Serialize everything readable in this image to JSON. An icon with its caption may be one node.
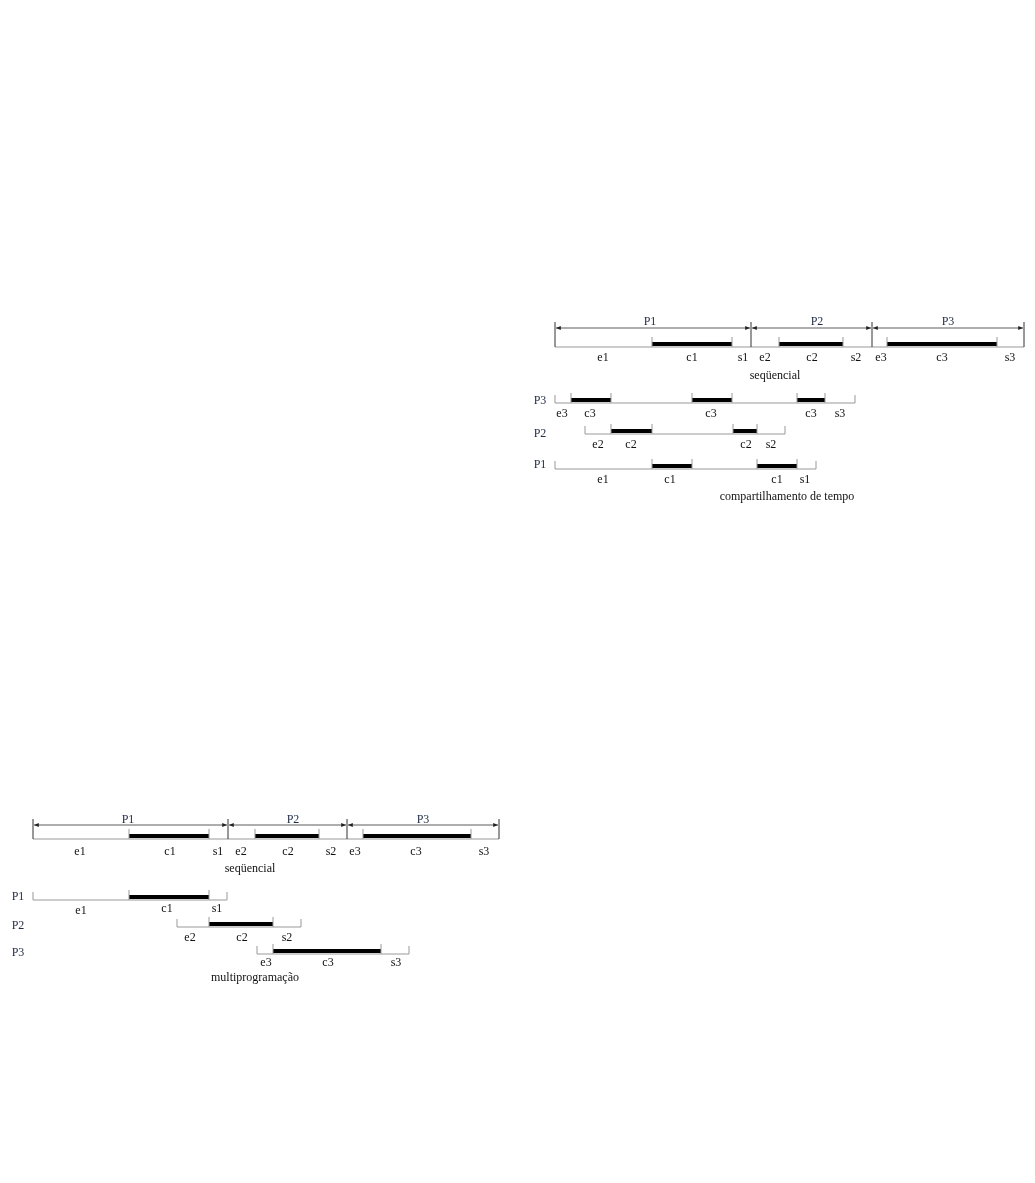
{
  "diagram": {
    "labels": [
      "P1",
      "P2",
      "P3",
      "e1",
      "c1",
      "s1",
      "e2",
      "c2",
      "s2",
      "e3",
      "c3",
      "s3",
      "seqüencial",
      "P3",
      "e3",
      "c3",
      "c3",
      "c3",
      "s3",
      "P2",
      "e2",
      "c2",
      "c2",
      "s2",
      "P1",
      "e1",
      "c1",
      "c1",
      "s1",
      "compartilhamento de tempo",
      "P1",
      "P2",
      "P3",
      "e1",
      "c1",
      "s1",
      "e2",
      "c2",
      "s2",
      "e3",
      "c3",
      "s3",
      "seqüencial",
      "P1",
      "e1",
      "c1",
      "s1",
      "P2",
      "e2",
      "c2",
      "s2",
      "P3",
      "e3",
      "c3",
      "s3",
      "multiprogramação"
    ]
  }
}
